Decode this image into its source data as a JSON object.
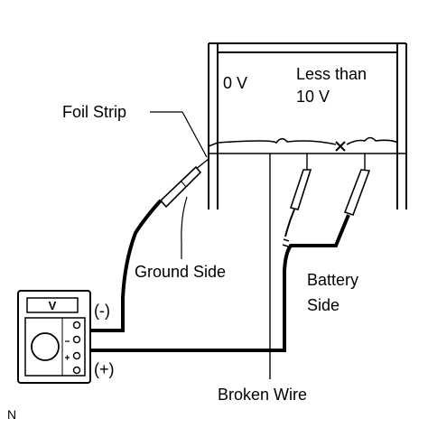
{
  "labels": {
    "zero_volts": "0 V",
    "less_than_line1": "Less than",
    "less_than_line2": "10 V",
    "foil_strip": "Foil Strip",
    "ground_side": "Ground Side",
    "battery_line1": "Battery",
    "battery_line2": "Side",
    "broken_wire": "Broken Wire",
    "minus_terminal": "(-)",
    "plus_terminal": "(+)",
    "meter_display": "V",
    "corner_mark": "N"
  },
  "colors": {
    "line": "#000000",
    "background": "#ffffff"
  },
  "icons": {
    "voltmeter": "voltmeter-icon",
    "break_mark": "x-mark-icon"
  }
}
